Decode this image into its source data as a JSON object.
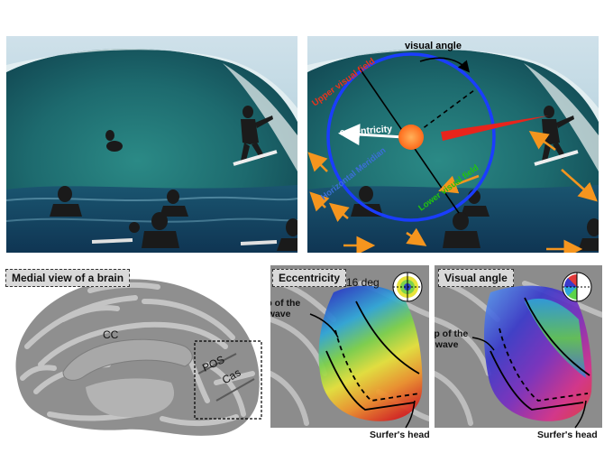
{
  "top_left": {
    "scene": "surfer in wave tube photo"
  },
  "top_right": {
    "visual_angle": "visual angle",
    "upper_field": "Upper visual field",
    "lower_field": "Lower visual field",
    "eccentricity": "eccentricity",
    "horizontal_meridian": "Horizontal Meridian"
  },
  "brain": {
    "tag": "Medial view of a brain",
    "cc": "CC",
    "pos": "POS",
    "cas": "Cas"
  },
  "eccentricity_panel": {
    "tag": "Eccentricity",
    "deg": "16 deg",
    "lip_line1": "Lip of the",
    "lip_line2": "wave",
    "head": "Surfer's head"
  },
  "visual_angle_panel": {
    "tag": "Visual angle",
    "lip_line1": "Lip of the",
    "lip_line2": "wave",
    "head": "Surfer's head"
  },
  "colors": {
    "circle": "#1a3dff",
    "upper": "#e8341c",
    "lower": "#22c40e",
    "horizontal": "#3b6fd6",
    "arrow": "#f5951e",
    "wave": "#1f6b6e"
  }
}
